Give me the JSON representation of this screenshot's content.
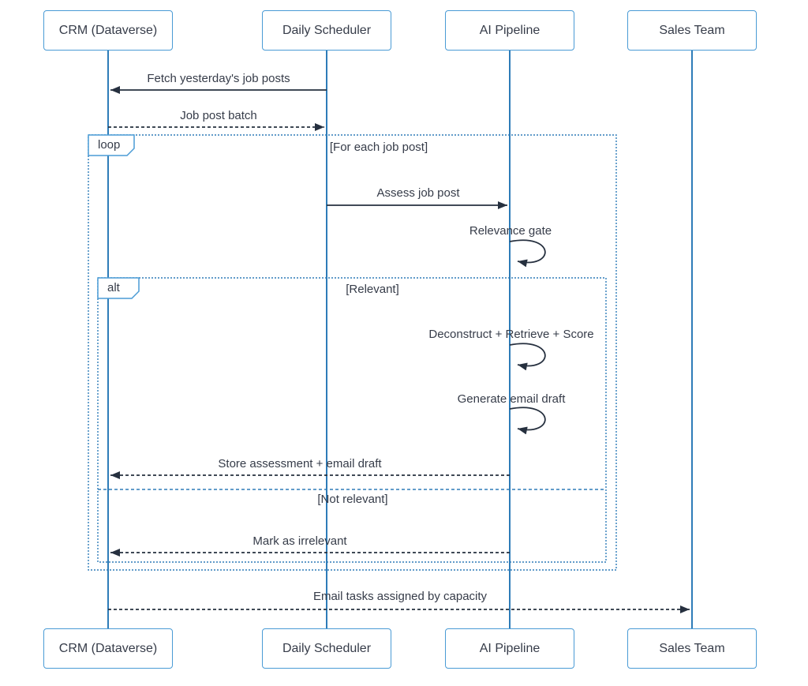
{
  "colors": {
    "actor_border": "#4a9bd5",
    "lifeline": "#2e7cb8",
    "frame_border": "#2e7cb8",
    "arrow": "#26303f",
    "text": "#363c49"
  },
  "actors": {
    "crm": "CRM (Dataverse)",
    "scheduler": "Daily Scheduler",
    "ai": "AI Pipeline",
    "sales": "Sales Team"
  },
  "messages": {
    "fetch": "Fetch yesterday's job posts",
    "batch": "Job post batch",
    "assess": "Assess job post",
    "relevance_gate": "Relevance gate",
    "deconstruct": "Deconstruct + Retrieve + Score",
    "generate_draft": "Generate email draft",
    "store": "Store assessment + email draft",
    "mark_irrelevant": "Mark as irrelevant",
    "email_tasks": "Email tasks assigned by capacity"
  },
  "frames": {
    "loop_label": "loop",
    "loop_condition": "[For each job post]",
    "alt_label": "alt",
    "alt_condition_true": "[Relevant]",
    "alt_condition_false": "[Not relevant]"
  }
}
